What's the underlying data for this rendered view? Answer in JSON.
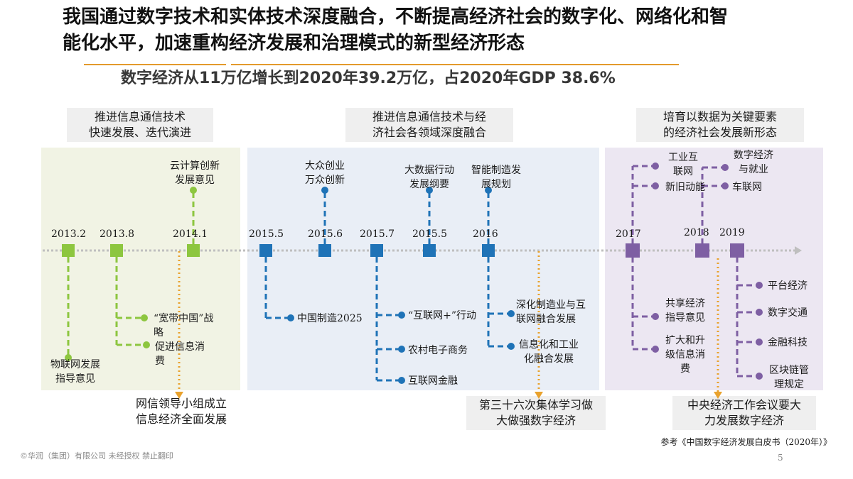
{
  "title": "我国通过数字技术和实体技术深度融合，不断提高经济社会的数字化、网络化和智能化水平，加速重构经济发展和治理模式的新型经济形态",
  "subtitle": "数字经济从11万亿增长到2020年39.2万亿，占2020年GDP 38.6%",
  "phases": [
    {
      "heading": "推进信息通信技术\n快速发展、迭代演进",
      "bottom_event": "网信领导小组成立\n信息经济全面发展"
    },
    {
      "heading": "推进信息通信技术与经\n济社会各领域深度融合",
      "bottom_event": "第三十六次集体学习做\n大做强数字经济"
    },
    {
      "heading": "培育以数据为关键要素\n的经济社会发展新形态",
      "bottom_event": "中央经济工作会议要大\n力发展数字经济"
    }
  ],
  "years": [
    "2013.2",
    "2013.8",
    "2014.1",
    "2015.5",
    "2015.6",
    "2015.7",
    "2015.5",
    "2016",
    "2017",
    "2018",
    "2019"
  ],
  "events": {
    "e2013_2": "物联网发展\n指导意见",
    "e2013_8a": "“宽带中国”战\n略",
    "e2013_8b": "促进信息消\n费",
    "e2014_1": "云计算创新\n发展意见",
    "e2015_5": "中国制造2025",
    "e2015_6": "大众创业\n万众创新",
    "e2015_7a": "“互联网+”行动",
    "e2015_7b": "农村电子商务",
    "e2015_7c": "互联网金融",
    "e2015_5b": "大数据行动\n发展纲要",
    "e2016a": "智能制造发\n展规划",
    "e2016b": "深化制造业与互\n联网融合发展",
    "e2016c": "信息化和工业\n化融合发展",
    "e2017a": "工业互\n联网",
    "e2017b": "新旧动能",
    "e2017c": "共享经济\n指导意见",
    "e2017d": "扩大和升\n级信息消\n费",
    "e2018a": "数字经济\n与就业",
    "e2018b": "车联网",
    "e2019a": "平台经济",
    "e2019b": "数字交通",
    "e2019c": "金融科技",
    "e2019d": "区块链管\n理规定"
  },
  "reference": "参考《中国数字经济发展白皮书（2020年）》",
  "footer": "©华润（集团）有限公司  未经授权  禁止翻印",
  "page_number": "5",
  "colors": {
    "green": "#8dc63f",
    "blue": "#1f73b7",
    "purple": "#7e5fa3",
    "orange": "#e9a22d",
    "axis": "#bfbfbf"
  }
}
